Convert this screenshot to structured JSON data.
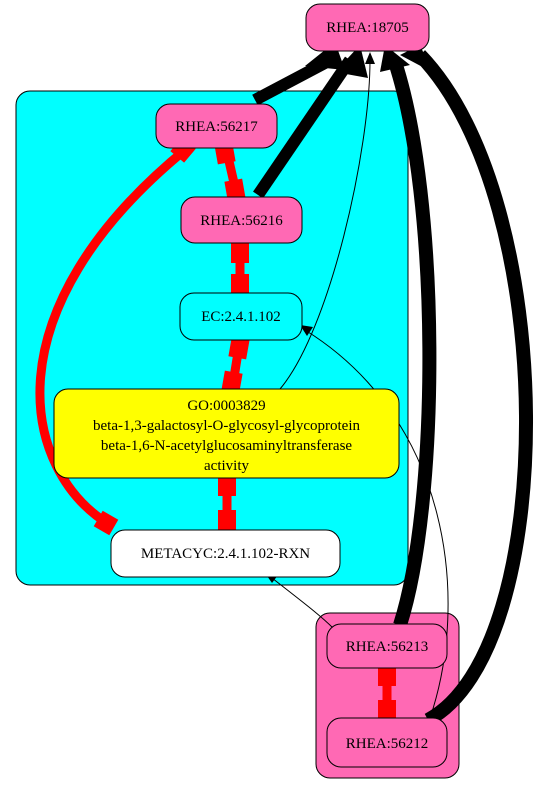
{
  "colors": {
    "pink": "#ff69b4",
    "cyan": "#00ffff",
    "yellow": "#ffff00",
    "white": "#ffffff",
    "red": "#ff0000",
    "black": "#000000"
  },
  "nodes": {
    "rhea18705": "RHEA:18705",
    "rhea56217": "RHEA:56217",
    "rhea56216": "RHEA:56216",
    "ec": "EC:2.4.1.102",
    "go_line1": "GO:0003829",
    "go_line2": "beta-1,3-galactosyl-O-glycosyl-glycoprotein",
    "go_line3": "beta-1,6-N-acetylglucosaminyltransferase",
    "go_line4": "activity",
    "metacyc": "METACYC:2.4.1.102-RXN",
    "rhea56213": "RHEA:56213",
    "rhea56212": "RHEA:56212"
  }
}
